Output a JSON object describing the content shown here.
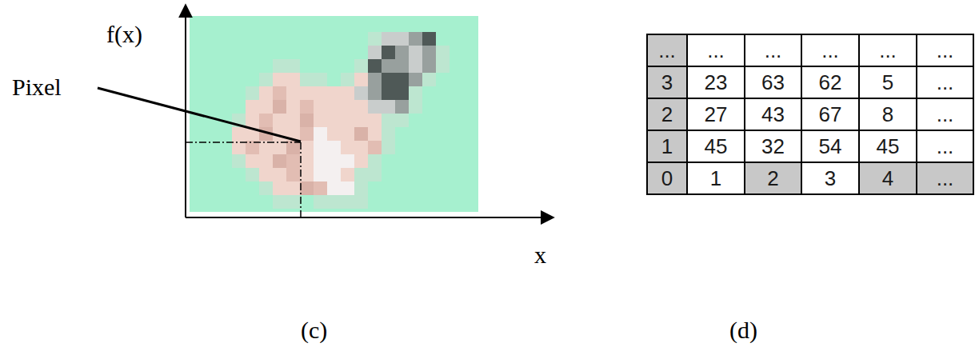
{
  "diagram": {
    "labels": [
      "f(x)",
      "Pixel",
      "x",
      "(c)",
      "(d)",
      "...",
      "...",
      "...",
      "...",
      "...",
      "...",
      "3",
      "23",
      "63",
      "62",
      "5",
      "...",
      "2",
      "27",
      "43",
      "67",
      "8",
      "...",
      "1",
      "45",
      "32",
      "54",
      "45",
      "...",
      "0",
      "1",
      "2",
      "3",
      "4",
      "..."
    ]
  }
}
